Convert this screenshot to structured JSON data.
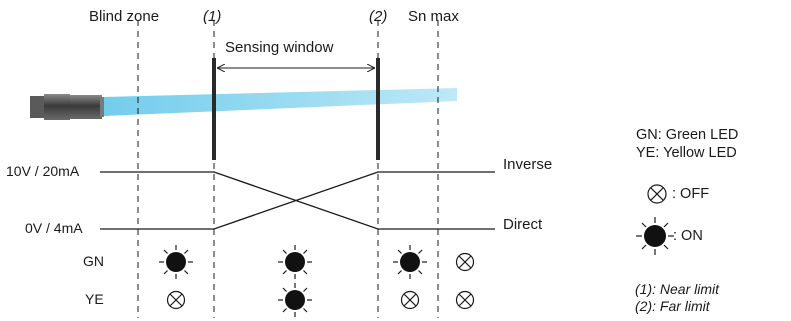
{
  "header": {
    "blind_zone": "Blind zone",
    "near_marker": "(1)",
    "far_marker": "(2)",
    "sn_max": "Sn max",
    "sensing_window": "Sensing window"
  },
  "levels": {
    "high": "10V / 20mA",
    "low": "0V / 4mA"
  },
  "outputs": {
    "inverse": "Inverse",
    "direct": "Direct"
  },
  "led_rows": [
    {
      "label": "GN",
      "states": [
        "ON",
        "ON",
        "ON",
        "OFF"
      ]
    },
    {
      "label": "YE",
      "states": [
        "OFF",
        "ON",
        "OFF",
        "OFF"
      ]
    }
  ],
  "legend": {
    "gn": "GN: Green LED",
    "ye": "YE: Yellow LED",
    "off_label": ": OFF",
    "on_label": ": ON",
    "note_near": "(1): Near limit",
    "note_far": "(2): Far limit"
  },
  "colors": {
    "beam": "#5bc4e8",
    "sensor_body": "#4a4a4a",
    "line": "#1a1a1a"
  }
}
